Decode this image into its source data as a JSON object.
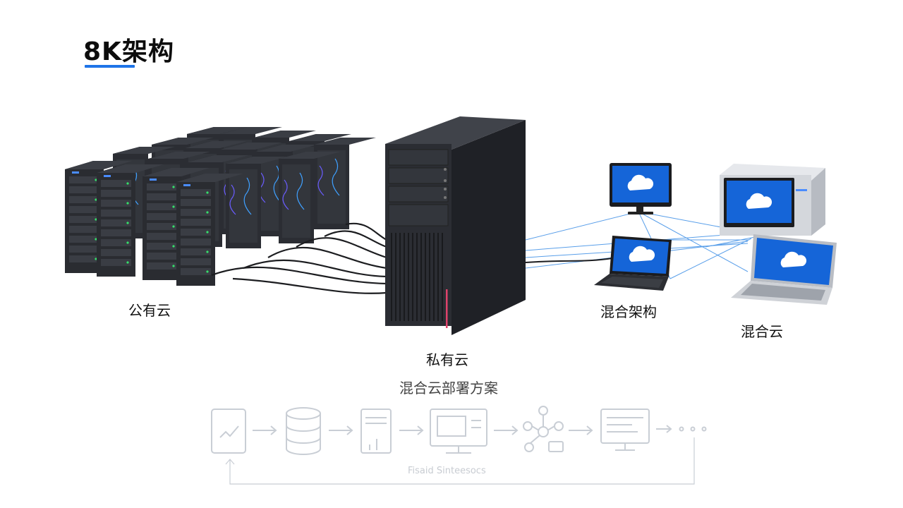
{
  "title": "8K架构",
  "nodes": {
    "public_cloud": "公有云",
    "private_cloud": "私有云",
    "hybrid_architecture": "混合架构",
    "hybrid_cloud": "混合云"
  },
  "subtitle": "混合云部署方案",
  "flow": {
    "caption": "Fisaid Sinteesocs"
  },
  "colors": {
    "accent": "#1e74e8",
    "screen_blue": "#1565d8",
    "rack_dark": "#2a2c31",
    "tower_dark": "#2b2d33",
    "led_green": "#35e06a",
    "flow_icon": "#b7bec8"
  }
}
